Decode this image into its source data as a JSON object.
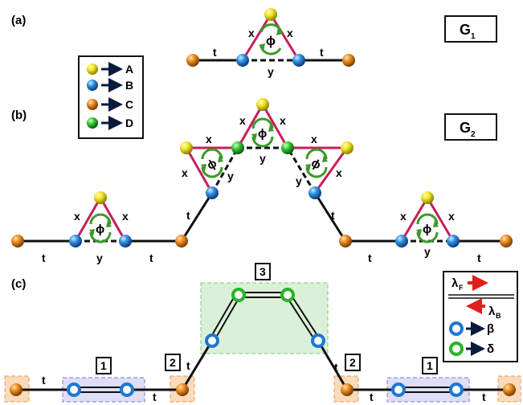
{
  "panels": {
    "a": "(a)",
    "b": "(b)",
    "c": "(c)"
  },
  "graph_labels": {
    "g1": "G",
    "g1_sub": "1",
    "g2": "G",
    "g2_sub": "2"
  },
  "legend_sites": [
    {
      "letter": "A",
      "color": "#e6dc1e"
    },
    {
      "letter": "B",
      "color": "#1e78d2"
    },
    {
      "letter": "C",
      "color": "#dc7a14"
    },
    {
      "letter": "D",
      "color": "#28b428"
    }
  ],
  "bonds": {
    "t": "t",
    "x": "x",
    "y": "y",
    "phi": "ϕ"
  },
  "legend_c": {
    "lambda_f": "λ",
    "lambda_f_sub": "F",
    "lambda_b": "λ",
    "lambda_b_sub": "B",
    "beta": "β",
    "delta": "δ"
  },
  "boxes": {
    "one": "1",
    "two": "2",
    "three": "3"
  },
  "colors": {
    "hopping_x": "#c81e5a",
    "flux_arrow": "#3c9a28",
    "arrow_red": "#e01e1e",
    "box_blue": "#c8c8f0",
    "box_orange": "#f8d2aa",
    "box_green": "#d2ecd0"
  }
}
